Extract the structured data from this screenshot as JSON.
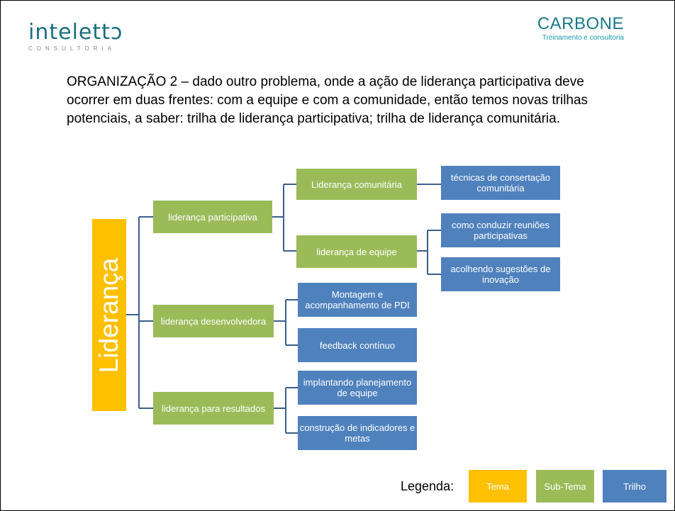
{
  "logos": {
    "left_name": "intelettɔ",
    "left_sub": "CONSULTORIA",
    "right_name": "CARBONE",
    "right_sub": "Treinamento e consultoria"
  },
  "intro_text": "ORGANIZAÇÃO 2 – dado outro problema, onde a ação de liderança participativa deve ocorrer em duas frentes: com a equipe e com a comunidade, então temos novas trilhas potenciais, a saber: trilha de liderança participativa; trilha de liderança comunitária.",
  "tree": {
    "tema": "Liderança",
    "subtemas": {
      "participativa": "liderança participativa",
      "comunitaria": "Liderança comunitária",
      "equipe": "liderança de equipe",
      "desenvolvedora": "liderança desenvolvedora",
      "resultados": "liderança para resultados"
    },
    "trilhos": {
      "consertacao": "técnicas de consertação comunitária",
      "reunioes": "como conduzir  reuniões participativas",
      "sugestoes": "acolhendo sugestões de inovação",
      "pdi": "Montagem e acompanhamento de PDI",
      "feedback": "feedback contínuo",
      "planejamento": "implantando planejamento de equipe",
      "indicadores": "construção de indicadores e metas"
    }
  },
  "legend": {
    "label": "Legenda:",
    "tema": "Tema",
    "subtema": "Sub-Tema",
    "trilho": "Trilho"
  },
  "colors": {
    "tema": "#ffc000",
    "subtema": "#9bbb59",
    "trilho": "#4f81bd",
    "connector": "#3b5e8c"
  }
}
